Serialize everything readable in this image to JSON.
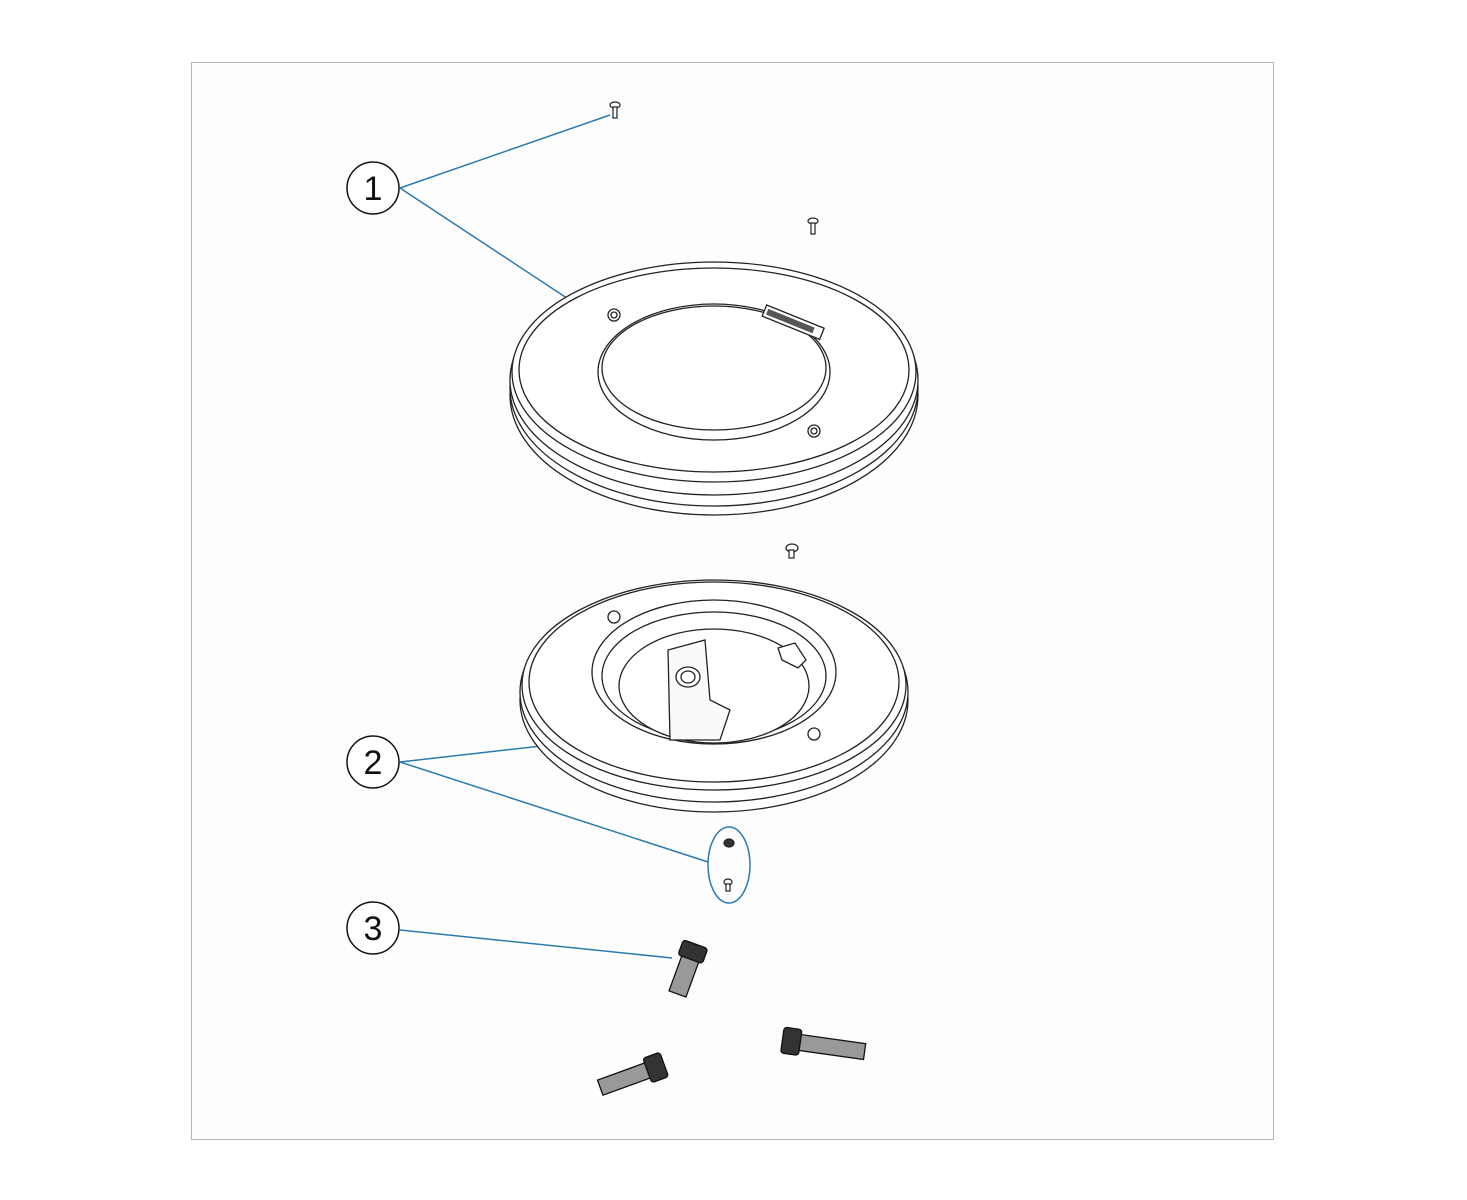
{
  "diagram": {
    "callouts": [
      {
        "number": "1"
      },
      {
        "number": "2"
      },
      {
        "number": "3"
      }
    ],
    "colors": {
      "leader": "#2a7ab0",
      "line": "#222222",
      "frame": "#b5b5b5"
    }
  }
}
